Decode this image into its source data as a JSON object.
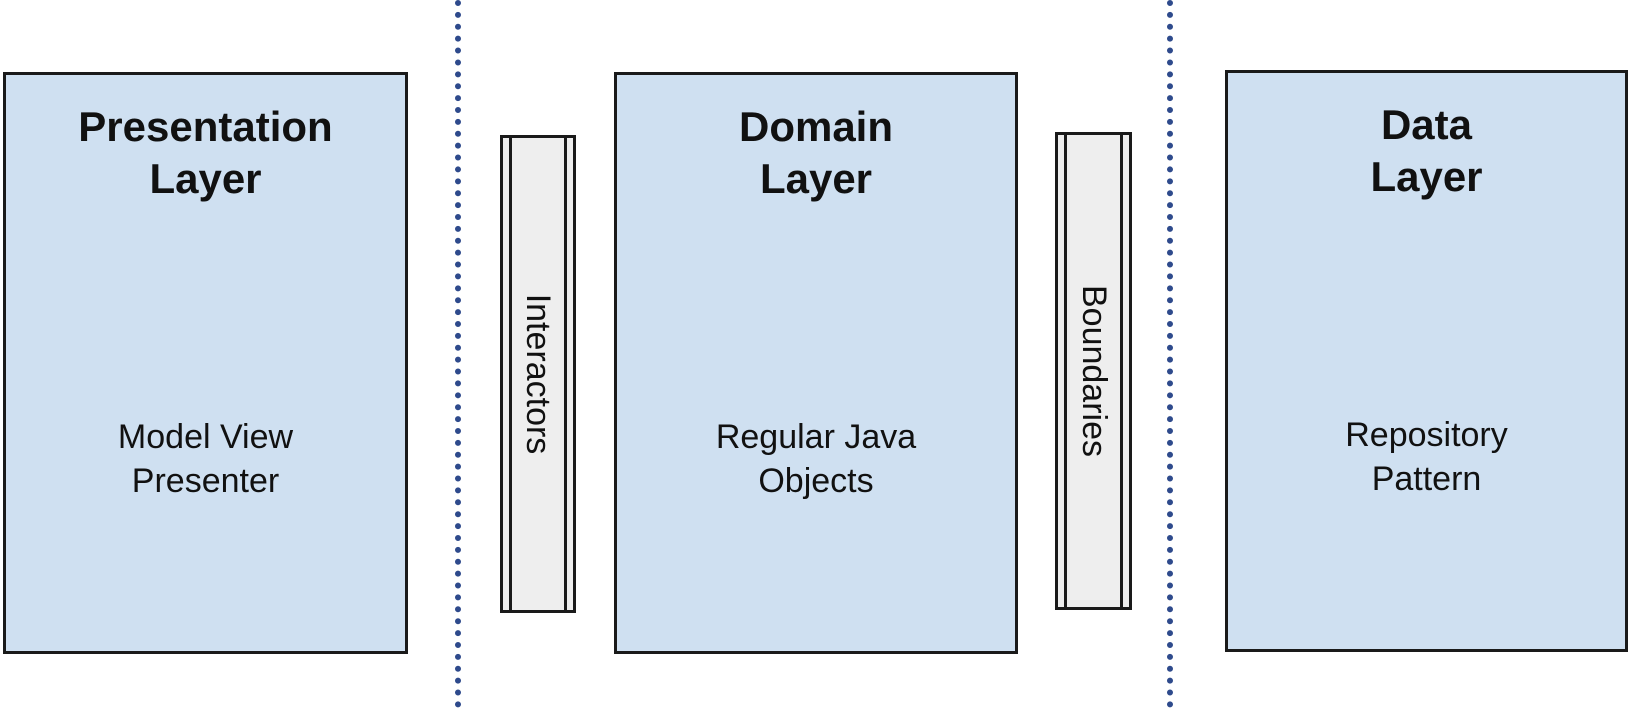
{
  "layers": [
    {
      "title": "Presentation\nLayer",
      "subtitle": "Model View\nPresenter"
    },
    {
      "title": "Domain\nLayer",
      "subtitle": "Regular Java\nObjects"
    },
    {
      "title": "Data\nLayer",
      "subtitle": "Repository\nPattern"
    }
  ],
  "connectors": [
    {
      "label": "Interactors"
    },
    {
      "label": "Boundaries"
    }
  ],
  "colors": {
    "layer_fill": "#cfe0f1",
    "connector_fill": "#eeeeee",
    "divider": "#2e4a8c",
    "border": "#1a1a1a"
  }
}
